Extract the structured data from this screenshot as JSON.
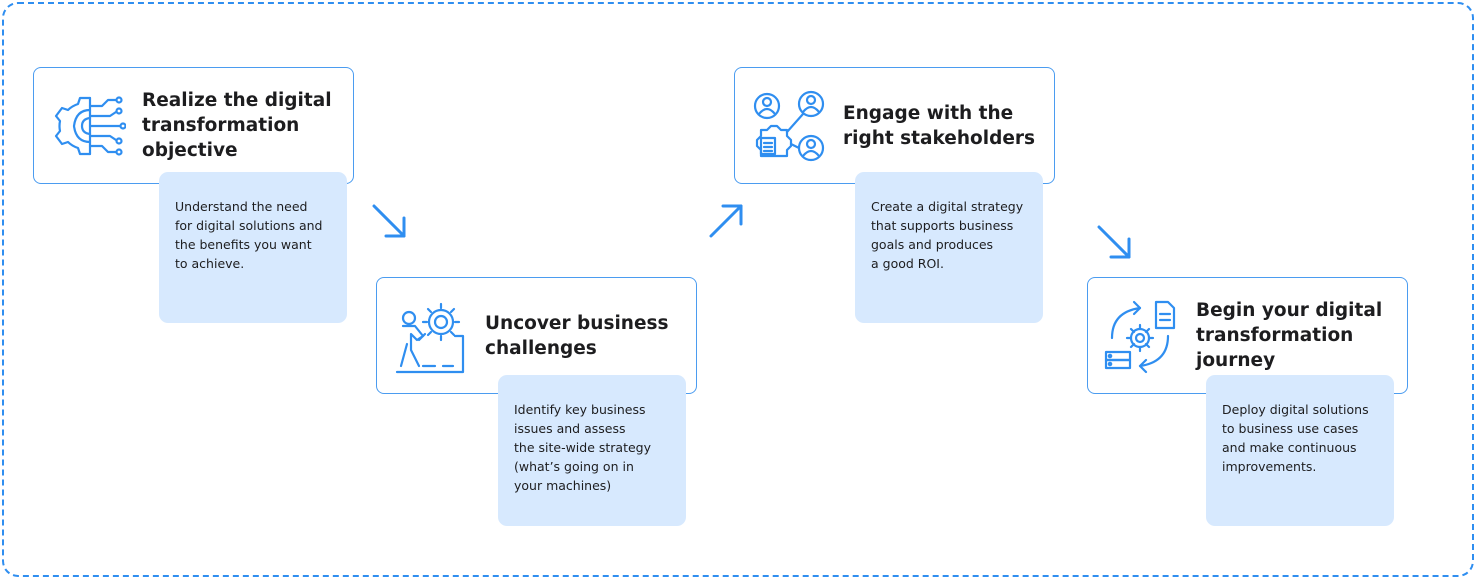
{
  "accent_color": "#2f8ef0",
  "description_background": "#d7e9fe",
  "steps": [
    {
      "title": "Realize the digital\ntransformation\nobjective",
      "description": "Understand the need\nfor digital solutions and\nthe benefits you want\nto achieve.",
      "icon": "digital-gear-icon"
    },
    {
      "title": "Uncover business\nchallenges",
      "description": "Identify key business\nissues and assess\nthe site-wide strategy\n(what’s going on in\nyour machines)",
      "icon": "person-pushing-gear-icon"
    },
    {
      "title": "Engage with the\nright stakeholders",
      "description": "Create a digital strategy\nthat supports business\ngoals and produces\na good ROI.",
      "icon": "stakeholders-network-icon"
    },
    {
      "title": "Begin your digital\ntransformation\njourney",
      "description": "Deploy digital solutions\nto business use cases\nand make continuous\nimprovements.",
      "icon": "process-cycle-icon"
    }
  ],
  "connectors": [
    "arrow-down-right",
    "arrow-up-right",
    "arrow-down-right"
  ]
}
